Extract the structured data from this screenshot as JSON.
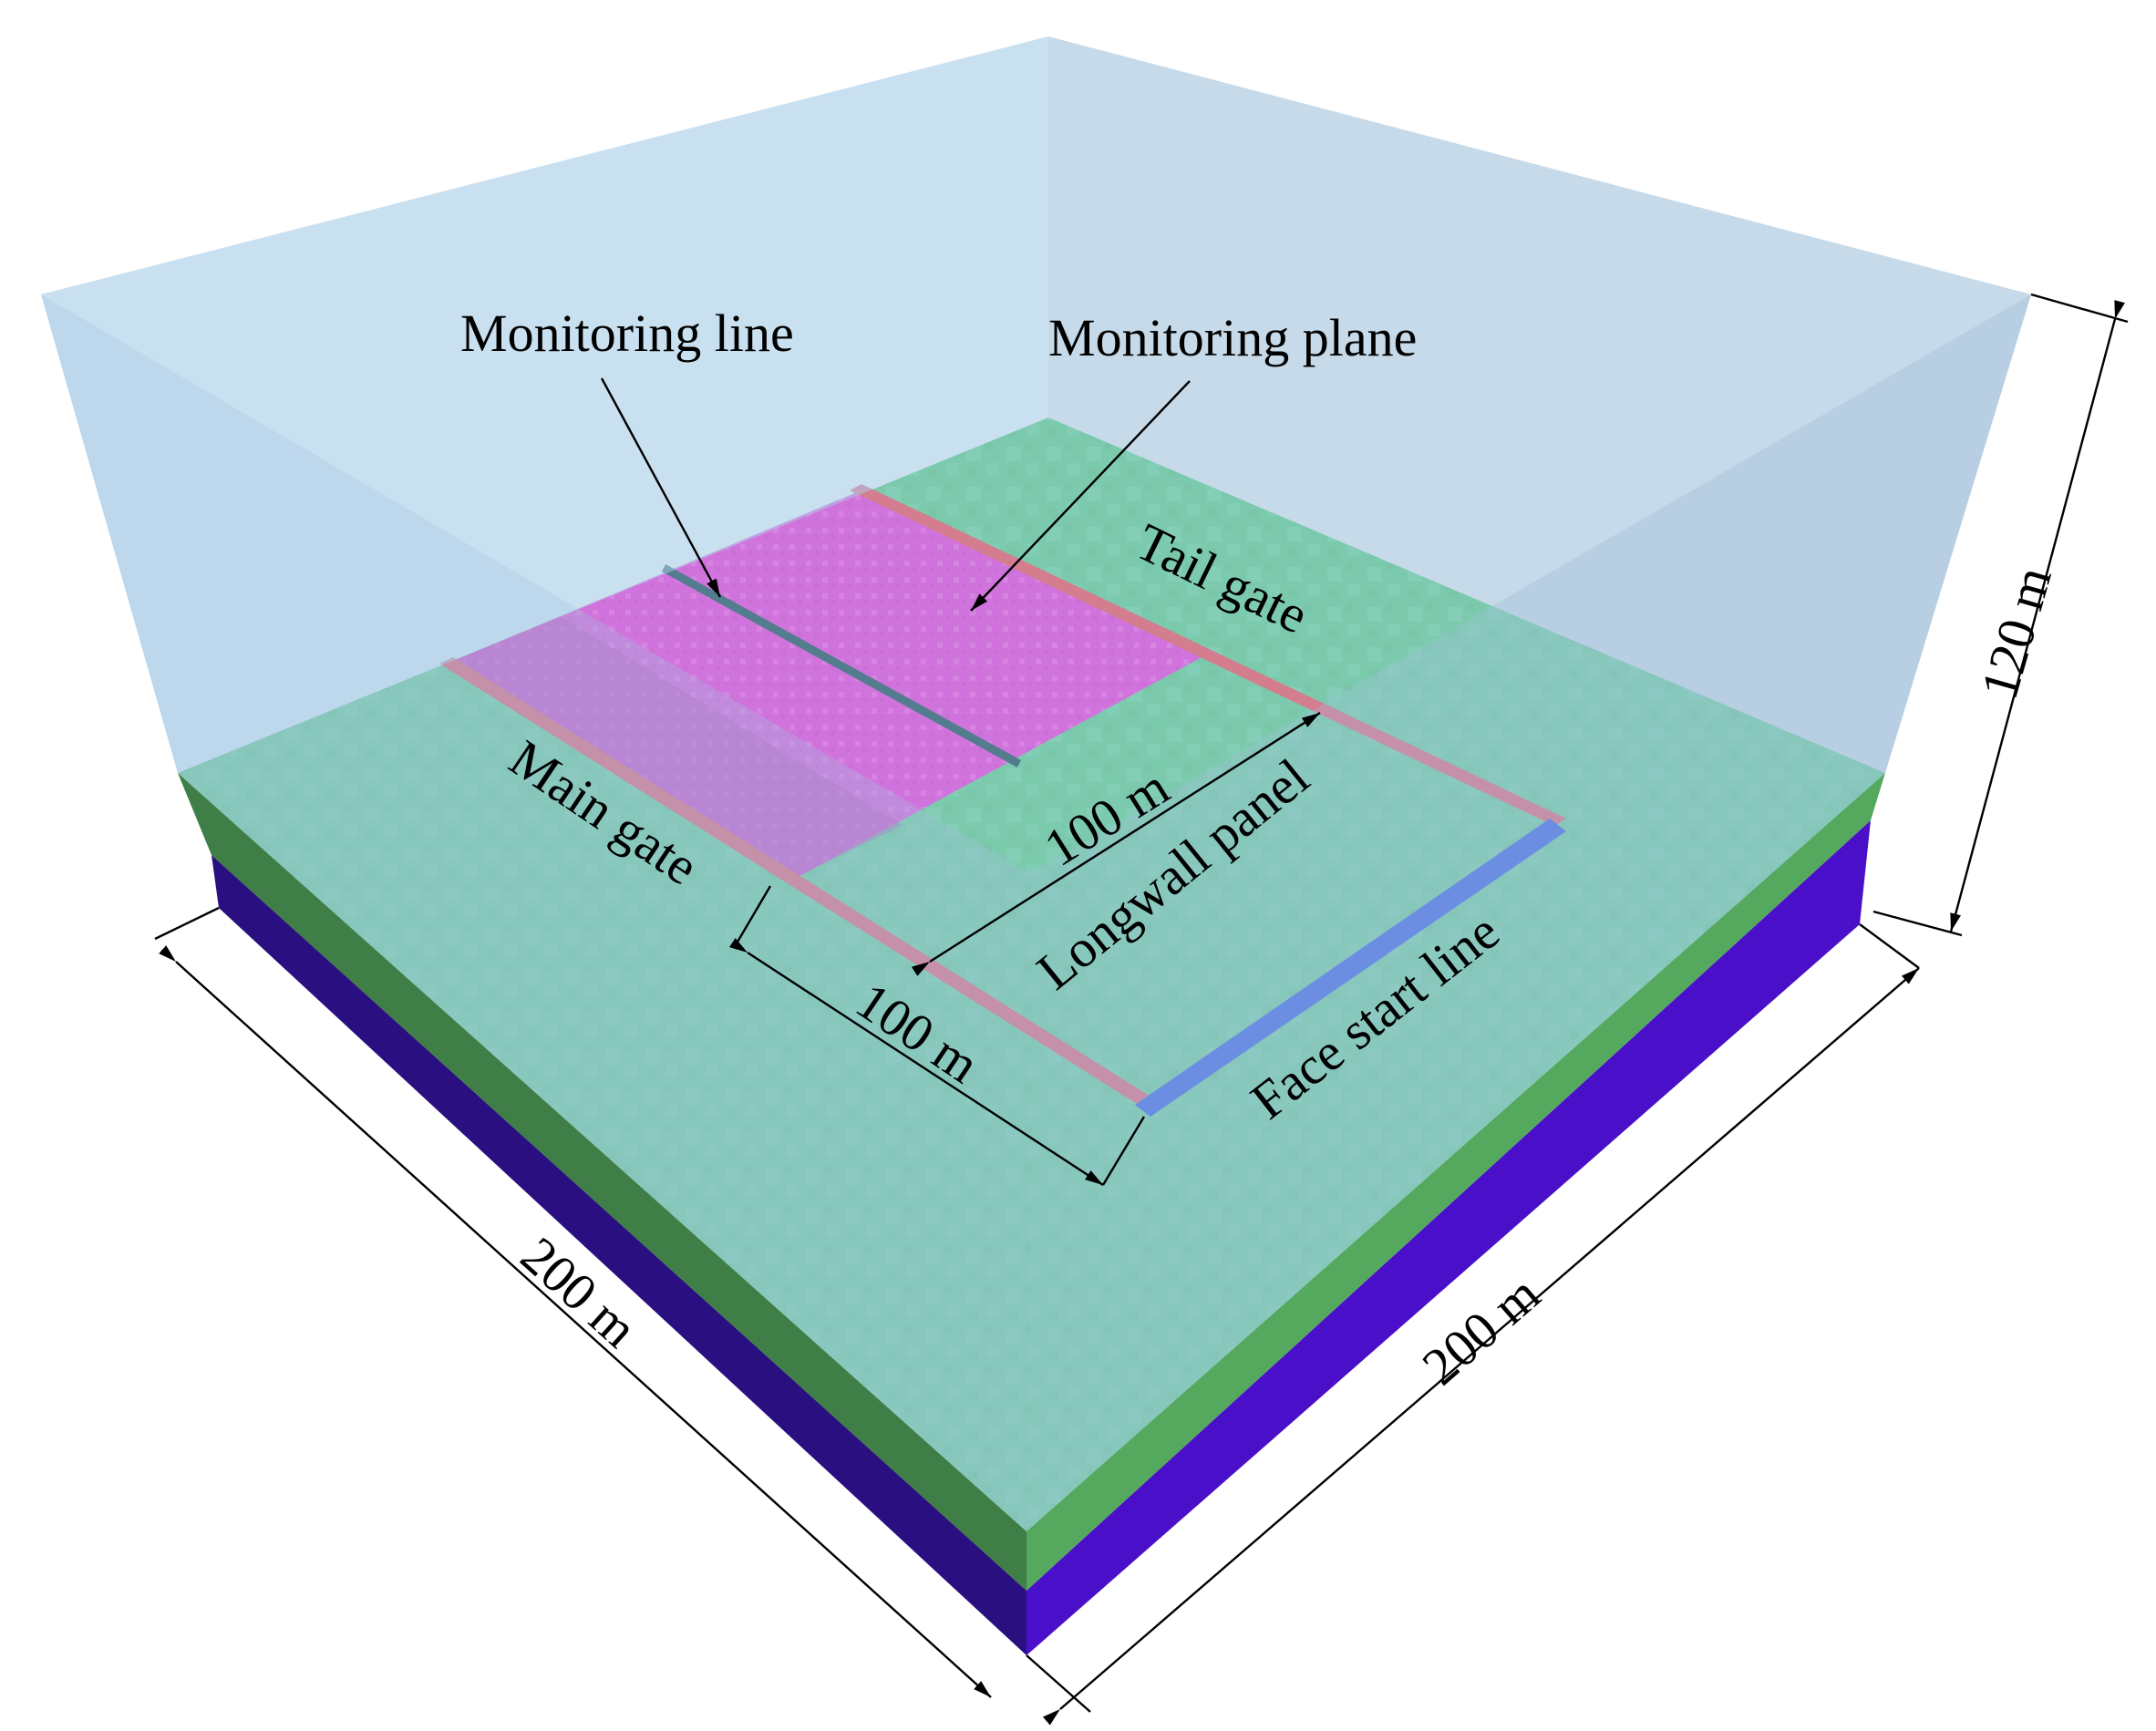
{
  "labels": {
    "monitoring_line": "Monitoring line",
    "monitoring_plane": "Monitoring plane",
    "tail_gate": "Tail gate",
    "main_gate": "Main gate",
    "longwall_panel": "Longwall panel",
    "face_start_line": "Face start line"
  },
  "dimensions": {
    "height": "120 m",
    "panel_width": "100 m",
    "panel_length": "100 m",
    "model_length_left": "200 m",
    "model_length_right": "200 m"
  },
  "colors": {
    "overburden": "#a9c9e3",
    "coal_seam_top": "#5fc58d",
    "seam_side": "#3f7f47",
    "floor_left": "#2a0f80",
    "floor_right": "#4a0fc8",
    "goaf": "#e03fd4",
    "gate_roads": "#e44f5f",
    "face_start": "#1f47e0",
    "monitoring_line": "#1f4f5f"
  }
}
